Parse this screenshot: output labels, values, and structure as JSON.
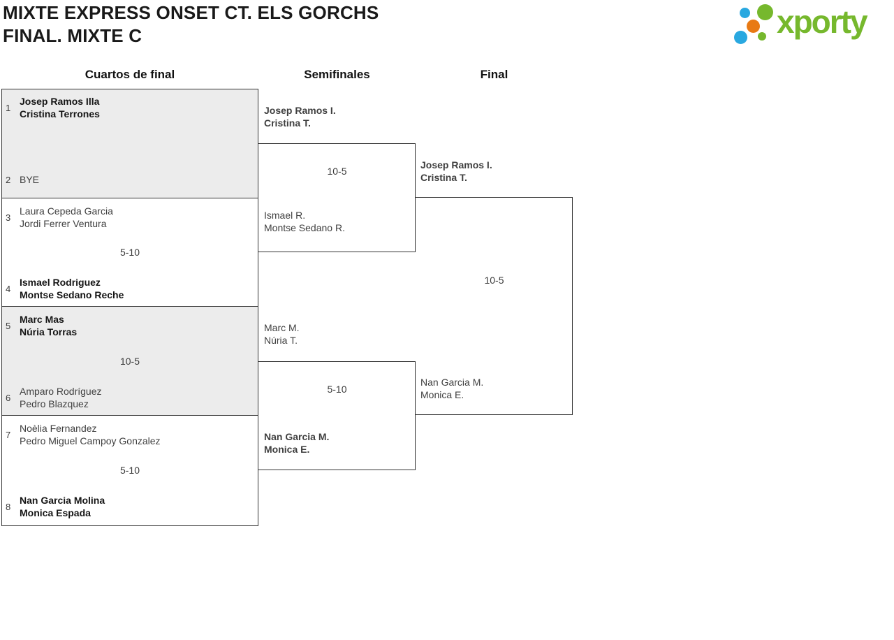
{
  "header": {
    "title_line1": "MIXTE EXPRESS ONSET CT. ELS GORCHS",
    "title_line2": "FINAL. MIXTE C",
    "logo": {
      "text": "xporty",
      "colors": {
        "green": "#76b82d",
        "blue": "#29a8e0",
        "orange": "#e87a14"
      }
    }
  },
  "bracket": {
    "rounds": [
      {
        "label": "Cuartos de final"
      },
      {
        "label": "Semifinales"
      },
      {
        "label": "Final"
      }
    ],
    "quarterfinals": [
      {
        "seed_top": "1",
        "top": [
          "Josep Ramos Illa",
          "Cristina Terrones"
        ],
        "top_winner": true,
        "score": "",
        "seed_bottom": "2",
        "bottom": [
          "BYE"
        ],
        "bottom_winner": false,
        "shaded": true
      },
      {
        "seed_top": "3",
        "top": [
          "Laura Cepeda Garcia",
          "Jordi Ferrer Ventura"
        ],
        "top_winner": false,
        "score": "5-10",
        "seed_bottom": "4",
        "bottom": [
          "Ismael Rodriguez",
          "Montse Sedano Reche"
        ],
        "bottom_winner": true,
        "shaded": false
      },
      {
        "seed_top": "5",
        "top": [
          "Marc Mas",
          "Núria Torras"
        ],
        "top_winner": true,
        "score": "10-5",
        "seed_bottom": "6",
        "bottom": [
          "Amparo Rodríguez",
          "Pedro Blazquez"
        ],
        "bottom_winner": false,
        "shaded": true
      },
      {
        "seed_top": "7",
        "top": [
          "Noèlia Fernandez",
          "Pedro Miguel Campoy Gonzalez"
        ],
        "top_winner": false,
        "score": "5-10",
        "seed_bottom": "8",
        "bottom": [
          "Nan Garcia Molina",
          "Monica Espada"
        ],
        "bottom_winner": true,
        "shaded": false
      }
    ],
    "semifinals": [
      {
        "top": [
          "Josep Ramos I.",
          "Cristina T."
        ],
        "top_winner": true,
        "score": "10-5",
        "bottom": [
          "Ismael R.",
          "Montse Sedano R."
        ],
        "bottom_winner": false
      },
      {
        "top": [
          "Marc M.",
          "Núria T."
        ],
        "top_winner": false,
        "score": "5-10",
        "bottom": [
          "Nan Garcia M.",
          "Monica E."
        ],
        "bottom_winner": true
      }
    ],
    "final": {
      "top": [
        "Josep Ramos I.",
        "Cristina T."
      ],
      "top_winner": true,
      "score": "10-5",
      "bottom": [
        "Nan Garcia M.",
        "Monica E."
      ],
      "bottom_winner": false
    }
  }
}
